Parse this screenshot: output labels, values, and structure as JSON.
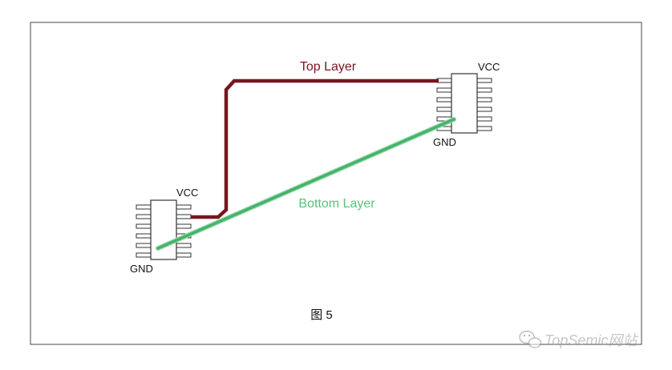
{
  "diagram": {
    "top_layer_label": "Top Layer",
    "bottom_layer_label": "Bottom Layer",
    "figure_caption": "图 5",
    "chip_left": {
      "vcc_label": "VCC",
      "gnd_label": "GND"
    },
    "chip_right": {
      "vcc_label": "VCC",
      "gnd_label": "GND"
    }
  },
  "watermark": {
    "text": "TopSemic网站",
    "icon": "wechat-icon"
  },
  "colors": {
    "top_layer": "#7a1520",
    "bottom_layer": "#5cc07a",
    "frame": "#444444",
    "chip_outline": "#333333"
  }
}
